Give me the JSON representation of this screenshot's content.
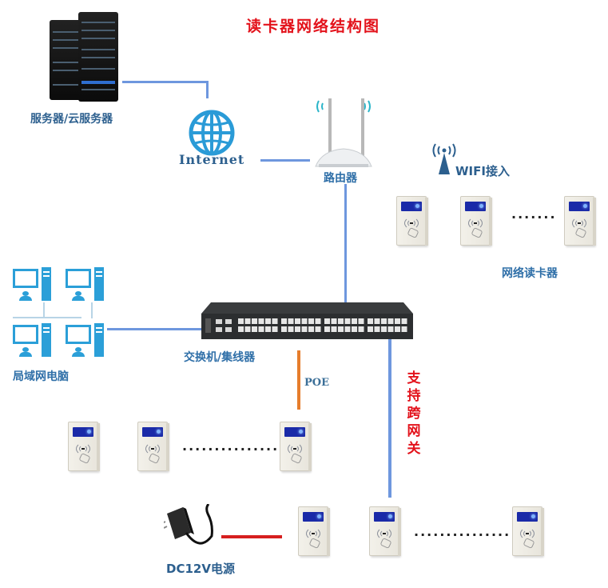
{
  "title": "读卡器网络结构图",
  "nodes": {
    "server": {
      "label": "服务器/云服务器",
      "icon": "server-rack-icon"
    },
    "internet": {
      "label": "Internet",
      "icon": "globe-icon"
    },
    "router": {
      "label": "路由器",
      "icon": "wifi-router-icon"
    },
    "wifi": {
      "label": "WIFI接入",
      "icon": "wifi-antenna-icon"
    },
    "network_readers": {
      "label": "网络读卡器",
      "ellipsis": "·······",
      "count_shown": 3
    },
    "lan_pcs": {
      "label": "局域网电脑",
      "count_shown": 4
    },
    "switch": {
      "label": "交换机/集线器",
      "icon": "network-switch-icon"
    },
    "poe": {
      "label": "POE"
    },
    "poe_readers": {
      "ellipsis": "···············",
      "count_shown": 3
    },
    "cross_gateway": {
      "label": "支持跨网关",
      "chars": [
        "支",
        "持",
        "跨",
        "网",
        "关"
      ]
    },
    "gateway_readers": {
      "ellipsis": "···············",
      "count_shown": 3
    },
    "power": {
      "label": "DC12V电源",
      "icon": "power-adapter-icon"
    }
  },
  "colors": {
    "title": "#e3121b",
    "label": "#2f6fa8",
    "link": "#6e97de",
    "poe_link": "#e67d2c",
    "power_link": "#d61f1f",
    "gateway_text": "#e3121b"
  }
}
